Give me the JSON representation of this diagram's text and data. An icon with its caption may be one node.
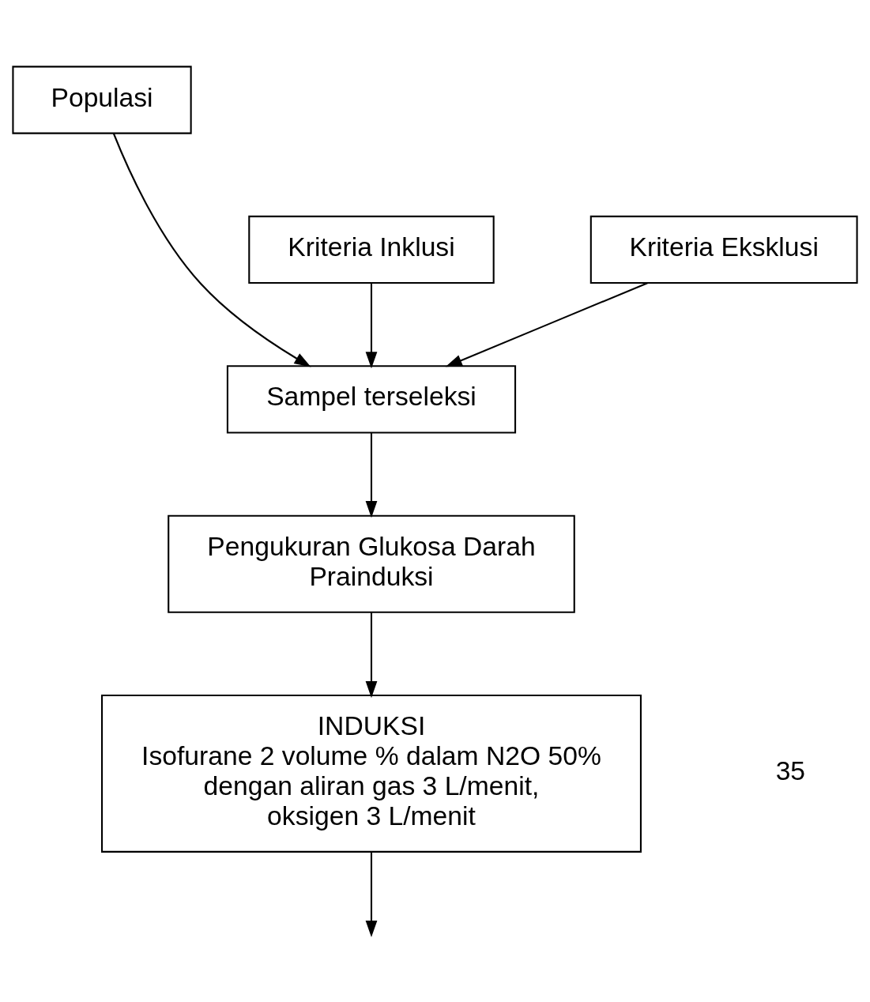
{
  "diagram": {
    "nodes": [
      {
        "text": [
          "Populasi"
        ]
      },
      {
        "text": [
          "Kriteria Inklusi"
        ]
      },
      {
        "text": [
          "Kriteria Eksklusi"
        ]
      },
      {
        "text": [
          "Sampel terseleksi"
        ]
      },
      {
        "text": [
          "Pengukuran Glukosa Darah Prainduksi"
        ]
      },
      {
        "text": [
          "INDUKSI",
          "Isofurane 2 volume % dalam N2O 50% dengan aliran gas 3 L/menit, oksigen 3 L/menit"
        ]
      }
    ],
    "edges": [
      {
        "from": 0,
        "to": 3,
        "arrow": "to"
      },
      {
        "from": 1,
        "to": 3,
        "arrow": "to"
      },
      {
        "from": 2,
        "to": 3,
        "arrow": "to"
      },
      {
        "from": 3,
        "to": 4,
        "arrow": "to"
      },
      {
        "from": 4,
        "to": 5,
        "arrow": "to"
      },
      {
        "from": 5,
        "to": null,
        "arrow": "to"
      }
    ],
    "labels": [
      "35"
    ]
  }
}
